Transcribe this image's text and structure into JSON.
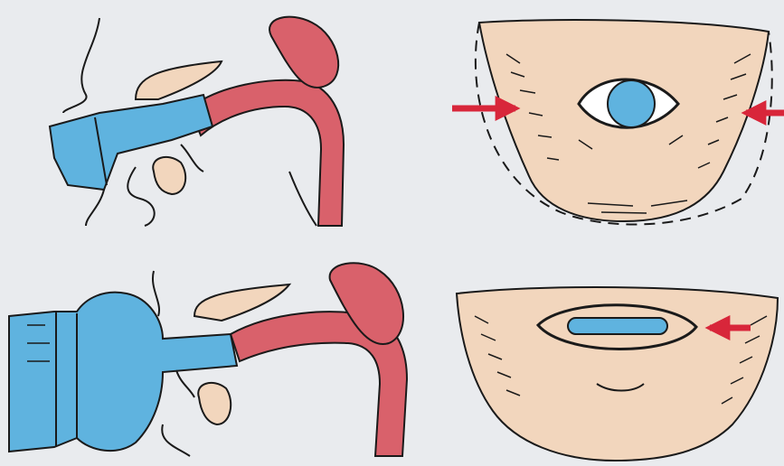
{
  "figure": {
    "colors": {
      "background": "#e9ebee",
      "skin": "#f2d6bd",
      "mouthpiece_blue": "#5fb3df",
      "airway_red": "#d9616b",
      "arrow_red": "#d8263a",
      "outline": "#1a1a1a"
    },
    "panels": [
      "mask-on-nose-sagittal",
      "mask-over-nose-front-view",
      "mouthpiece-sagittal",
      "mouthpiece-lips-front-view"
    ],
    "arrows": {
      "top_right_count": 2,
      "bottom_right_count": 1
    }
  }
}
